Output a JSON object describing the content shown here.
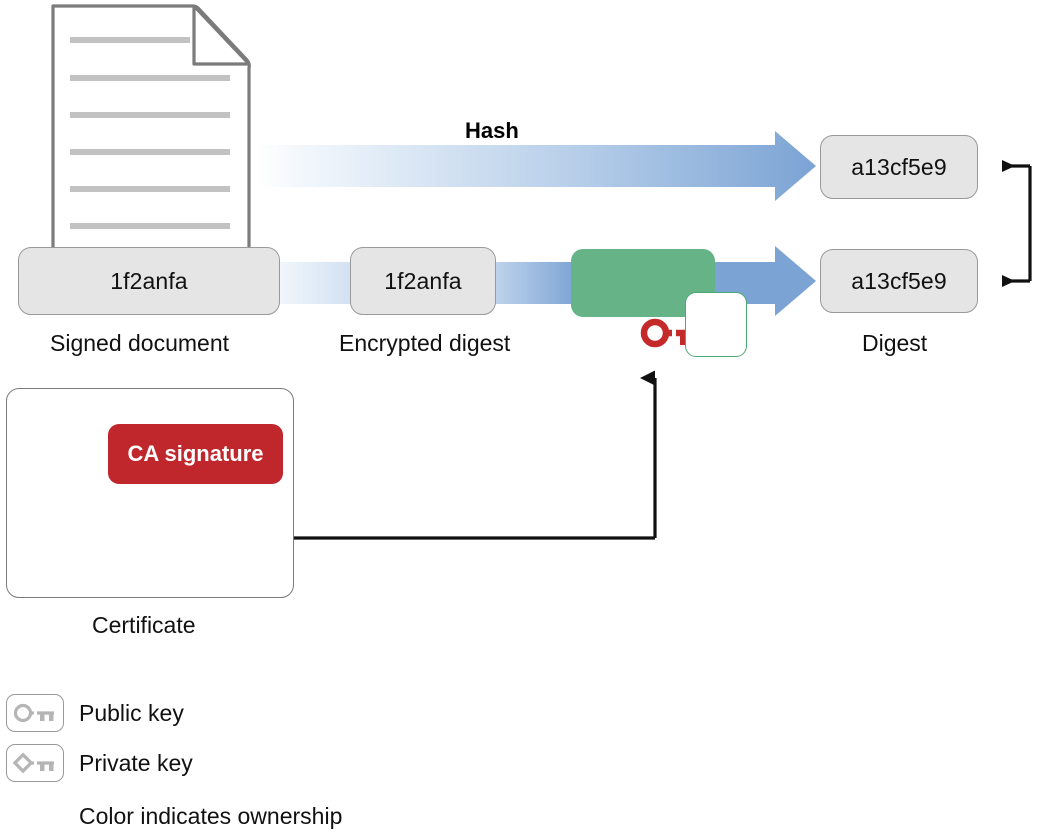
{
  "diagram": {
    "title_label": "Hash",
    "nodes": {
      "signed_document": {
        "value": "1f2anfa",
        "caption": "Signed document"
      },
      "encrypted_digest": {
        "value": "1f2anfa",
        "caption": "Encrypted digest"
      },
      "digest_top": {
        "value": "a13cf5e9"
      },
      "digest_bottom": {
        "value": "a13cf5e9",
        "caption": "Digest"
      },
      "certificate": {
        "caption": "Certificate",
        "signature_label": "CA signature"
      },
      "decrypt_block": {
        "label": ""
      }
    },
    "legend": {
      "items": [
        {
          "icon": "public-key-icon",
          "label": "Public key"
        },
        {
          "icon": "private-key-icon",
          "label": "Private key"
        }
      ],
      "note": "Color indicates ownership"
    },
    "icons": {
      "document": "document-icon",
      "lock": "lock-icon",
      "key_green_block": "red-public-key-icon",
      "key_certificate": "red-public-key-icon"
    },
    "colors": {
      "arrow_blue": "#7ba3d4",
      "arrow_blue_fade": "#f4f8fc",
      "green_block": "#66b388",
      "green_border": "#4caa72",
      "signature_red": "#c0272d",
      "key_red": "#c42a2a",
      "box_fill": "#e5e5e5",
      "box_border": "#9a9a9a",
      "line_gray": "#7b7b7b",
      "text": "#111111",
      "lock_gray": "#b0b0b0"
    }
  }
}
